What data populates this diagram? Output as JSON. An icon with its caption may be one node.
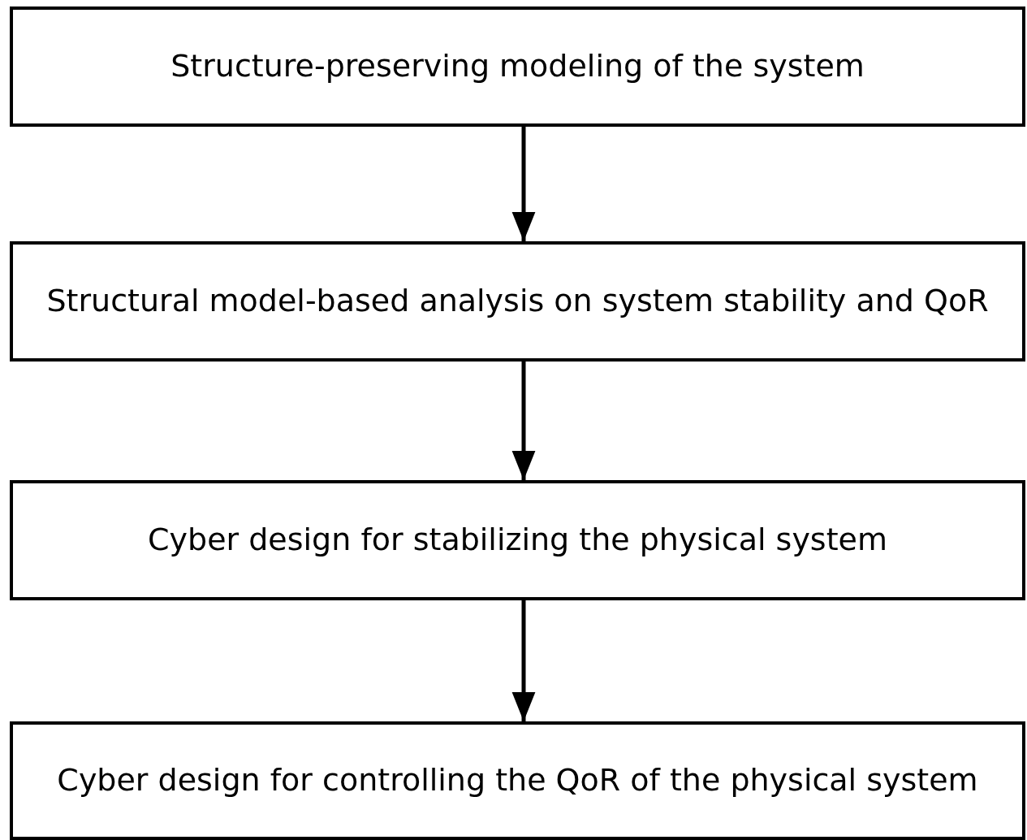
{
  "diagram": {
    "nodes": [
      {
        "text": [
          "Structure-preserving modeling of the system"
        ]
      },
      {
        "text": [
          "Structural model-based analysis on system stability and QoR"
        ]
      },
      {
        "text": [
          "Cyber design for stabilizing the physical system"
        ]
      },
      {
        "text": [
          "Cyber design for controlling the QoR of the physical system"
        ]
      }
    ],
    "edges": [
      {
        "from": 0,
        "to": 1,
        "arrow": "to"
      },
      {
        "from": 1,
        "to": 2,
        "arrow": "to"
      },
      {
        "from": 2,
        "to": 3,
        "arrow": "to"
      }
    ]
  }
}
